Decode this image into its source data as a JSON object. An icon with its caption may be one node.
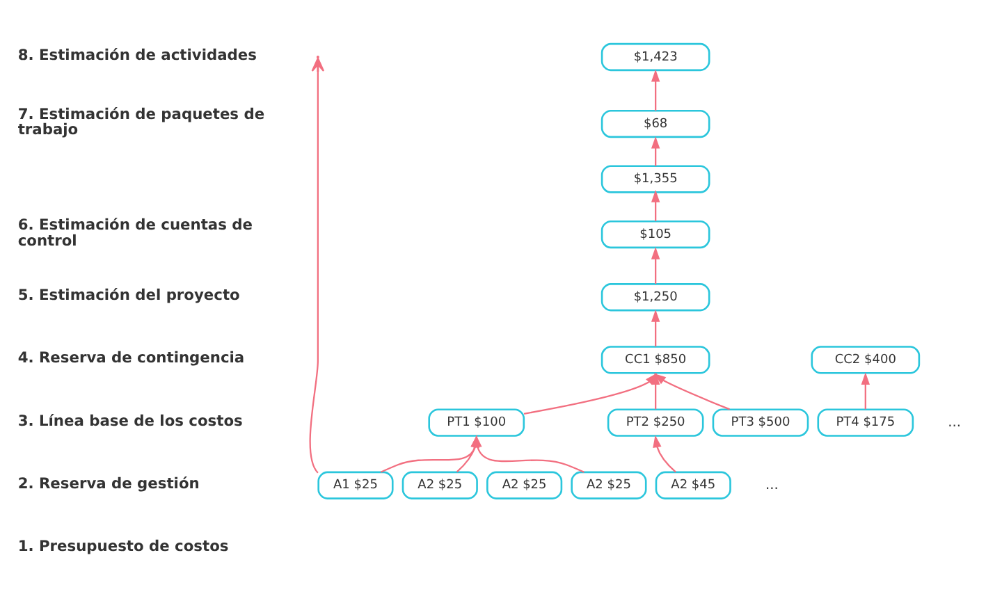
{
  "diagram": {
    "nodes": [
      {
        "text": [
          "$1,423"
        ]
      },
      {
        "text": [
          "$68"
        ]
      },
      {
        "text": [
          "$1,355"
        ]
      },
      {
        "text": [
          "$105"
        ]
      },
      {
        "text": [
          "$1,250"
        ]
      },
      {
        "text": [
          "CC1 $850"
        ]
      },
      {
        "text": [
          "CC2 $400"
        ]
      },
      {
        "text": [
          "PT1 $100"
        ]
      },
      {
        "text": [
          "PT2 $250"
        ]
      },
      {
        "text": [
          "PT3 $500"
        ]
      },
      {
        "text": [
          "PT4 $175"
        ]
      },
      {
        "text": [
          "A1 $25"
        ]
      },
      {
        "text": [
          "A2 $25"
        ]
      },
      {
        "text": [
          "A2 $25"
        ]
      },
      {
        "text": [
          "A2 $25"
        ]
      },
      {
        "text": [
          "A2 $45"
        ]
      }
    ],
    "edges": [
      {
        "from": 1,
        "to": 0,
        "arrow": "to"
      },
      {
        "from": 2,
        "to": 1,
        "arrow": "to"
      },
      {
        "from": 3,
        "to": 2,
        "arrow": "to"
      },
      {
        "from": 4,
        "to": 3,
        "arrow": "to"
      },
      {
        "from": 5,
        "to": 4,
        "arrow": "to"
      },
      {
        "from": 7,
        "to": 5,
        "arrow": "to"
      },
      {
        "from": 8,
        "to": 5,
        "arrow": "to"
      },
      {
        "from": 9,
        "to": 5,
        "arrow": "to"
      },
      {
        "from": 10,
        "to": 6,
        "arrow": "to"
      },
      {
        "from": 11,
        "to": 7,
        "arrow": "to"
      },
      {
        "from": 12,
        "to": 7,
        "arrow": "to"
      },
      {
        "from": 14,
        "to": 7,
        "arrow": "to"
      },
      {
        "from": 15,
        "to": 8,
        "arrow": "to"
      },
      {
        "from": 11,
        "to": null,
        "arrow": "to"
      }
    ],
    "labels": [
      "8. Estimación de actividades",
      "7. Estimación de paquetes de trabajo",
      "6. Estimación de cuentas de control",
      "5. Estimación del proyecto",
      "4. Reserva de contingencia",
      "3. Línea base de los costos",
      "...",
      "2. Reserva de gestión",
      "...",
      "1. Presupuesto de costos"
    ]
  }
}
